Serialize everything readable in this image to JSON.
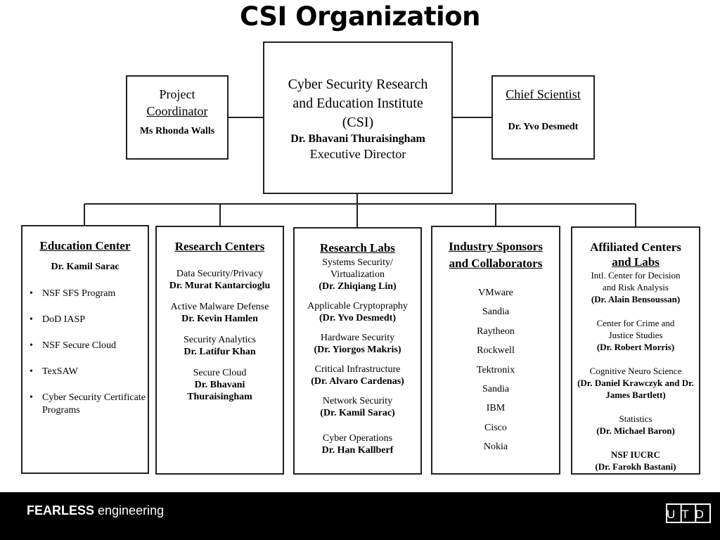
{
  "title": "CSI Organization",
  "top": {
    "coordinator": {
      "line1": "Project",
      "line2": "Coordinator",
      "name": "Ms  Rhonda Walls"
    },
    "csi": {
      "line1": "Cyber Security Research",
      "line2": "and Education Institute",
      "line3": "(CSI)",
      "name": "Dr. Bhavani Thuraisingham",
      "role": "Executive Director"
    },
    "chief": {
      "title": "Chief Scientist",
      "name": "Dr. Yvo Desmedt"
    }
  },
  "education": {
    "heading": "Education Center",
    "name": "Dr. Kamil Sarac",
    "items": [
      "NSF SFS Program",
      "DoD IASP",
      "NSF Secure Cloud",
      "TexSAW",
      "Cyber Security Certificate Programs"
    ]
  },
  "research_centers": {
    "heading": "Research Centers",
    "groups": [
      {
        "topic": "Data Security/Privacy",
        "person": "Dr. Murat Kantarcioglu"
      },
      {
        "topic": "Active Malware Defense",
        "person": "Dr. Kevin Hamlen"
      },
      {
        "topic": "Security Analytics",
        "person": "Dr. Latifur Khan"
      },
      {
        "topic": "Secure Cloud",
        "person": "Dr. Bhavani Thuraisingham"
      }
    ]
  },
  "research_labs": {
    "heading": "Research Labs",
    "groups": [
      {
        "topic": "Systems Security/ Virtualization",
        "person": "(Dr. Zhiqiang Lin)"
      },
      {
        "topic": "Applicable Cryptopraphy",
        "person": "(Dr. Yvo Desmedt)"
      },
      {
        "topic": "Hardware Security",
        "person": "(Dr. Yiorgos Makris)"
      },
      {
        "topic": "Critical Infrastructure",
        "person": "(Dr. Alvaro Cardenas)"
      },
      {
        "topic": "Network Security",
        "person": "(Dr. Kamil Sarac)"
      },
      {
        "topic": "Cyber Operations",
        "person": "Dr. Han Kallberf"
      }
    ]
  },
  "industry": {
    "heading1": "Industry Sponsors",
    "heading2": "and Collaborators",
    "items": [
      "VMware",
      "Sandia",
      "Raytheon",
      "Rockwell",
      "Tektronix",
      "Sandia",
      "IBM",
      "Cisco",
      "Nokia"
    ]
  },
  "affiliated": {
    "heading1": "Affiliated Centers",
    "heading2": "and Labs",
    "groups": [
      {
        "topic": "Intl. Center for Decision and Risk Analysis",
        "person": "(Dr. Alain Bensoussan)"
      },
      {
        "topic": "Center for Crime and Justice Studies",
        "person": "(Dr. Robert Morris)"
      },
      {
        "topic": "Cognitive Neuro Science",
        "person": "(Dr. Daniel Krawczyk and Dr. James Bartlett)"
      },
      {
        "topic": "Statistics",
        "person": "(Dr. Michael Baron)"
      },
      {
        "topic": "NSF IUCRC",
        "person": "(Dr. Farokh Bastani)"
      }
    ]
  },
  "footer": {
    "brand_bold": "FEARLESS",
    "brand_rest": " engineering",
    "logo_text": "UTD"
  }
}
